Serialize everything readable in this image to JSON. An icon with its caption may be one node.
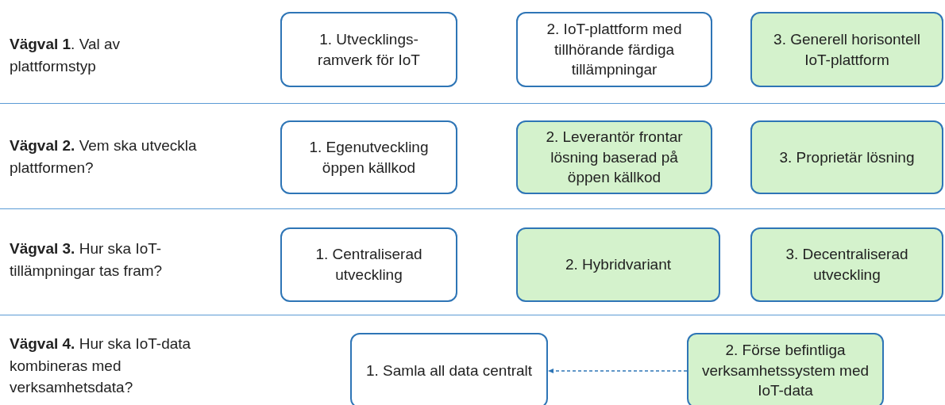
{
  "diagram": {
    "nodes": [
      {
        "text": [
          "1. Utvecklings-ramverk för IoT"
        ]
      },
      {
        "text": [
          "2. IoT-plattform med tillhörande färdiga tillämpningar"
        ]
      },
      {
        "text": [
          "3. Generell horisontell IoT-plattform"
        ]
      },
      {
        "text": [
          "1. Egenutveckling öppen källkod"
        ]
      },
      {
        "text": [
          "2. Leverantör frontar lösning baserad på öppen källkod"
        ]
      },
      {
        "text": [
          "3. Proprietär lösning"
        ]
      },
      {
        "text": [
          "1. Centraliserad utveckling"
        ]
      },
      {
        "text": [
          "2. Hybridvariant"
        ]
      },
      {
        "text": [
          "3. Decentraliserad utveckling"
        ]
      },
      {
        "text": [
          "1. Samla all data centralt"
        ]
      },
      {
        "text": [
          "2. Förse befintliga verksamhetssystem med IoT-data"
        ]
      }
    ],
    "edges": [
      {
        "from": 10,
        "to": 9,
        "arrow": "to",
        "style": "dashed"
      }
    ],
    "labels": [
      "**Vägval 1**. Val av plattformstyp",
      "**Vägval 2.** Vem ska utveckla plattformen?",
      "**Vägval 3.** Hur ska IoT-tillämpningar tas fram?",
      "**Vägval 4.** Hur ska IoT-data kombineras med verksamhetsdata?"
    ]
  }
}
